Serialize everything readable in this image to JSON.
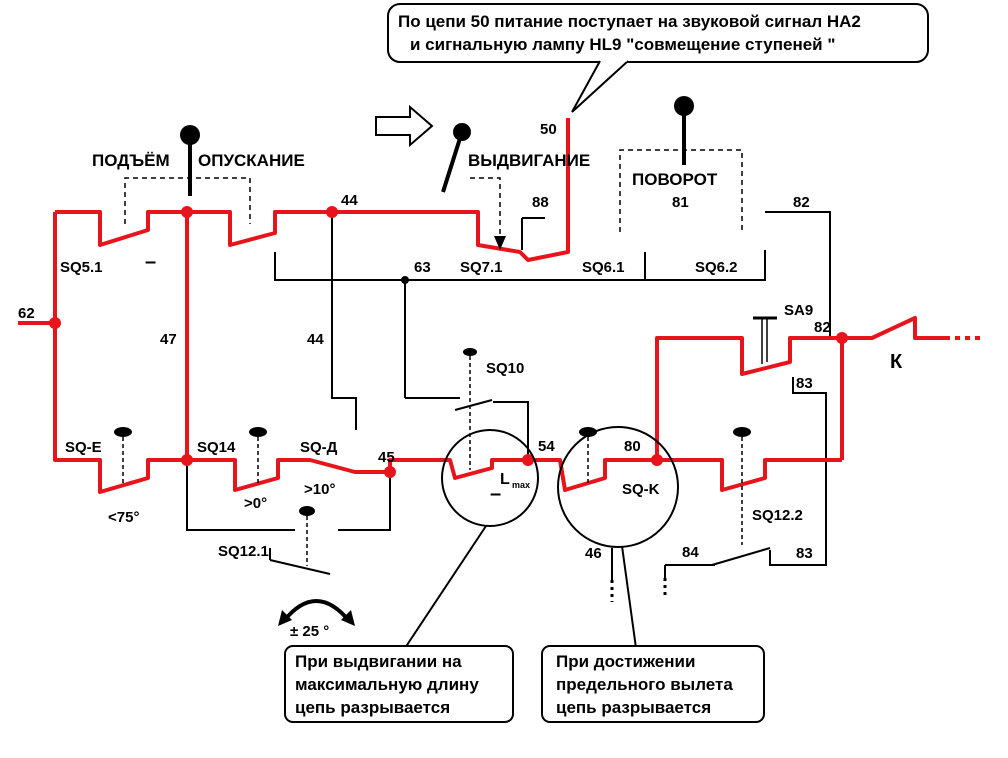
{
  "callouts": {
    "top": [
      "По цепи 50 питание поступает на звуковой сигнал НА2",
      "и сигнальную лампу HL9 \"совмещение ступеней \""
    ],
    "bottom_left": [
      "При выдвигании на",
      "максимальную длину",
      "цепь разрывается"
    ],
    "bottom_right": [
      "При достижении",
      "предельного вылета",
      "цепь разрывается"
    ]
  },
  "modes": {
    "raise": "ПОДЪЁМ",
    "lower": "ОПУСКАНИЕ",
    "extend": "ВЫДВИГАНИЕ",
    "rotate": "ПОВОРОТ"
  },
  "switches": {
    "sq5_1": "SQ5.1",
    "sq7_1": "SQ7.1",
    "sq6_1": "SQ6.1",
    "sq6_2": "SQ6.2",
    "sa9": "SA9",
    "sq10": "SQ10",
    "sq_e": "SQ-E",
    "sq14": "SQ14",
    "sq_d": "SQ-Д",
    "sq_k": "SQ-K",
    "sq12_1": "SQ12.1",
    "sq12_2": "SQ12.2",
    "relay_k": "К",
    "l_max_main": "L",
    "l_max_sub": "max"
  },
  "wires": {
    "w62": "62",
    "w47": "47",
    "w44_top": "44",
    "w44_mid": "44",
    "w63": "63",
    "w50": "50",
    "w88": "88",
    "w81": "81",
    "w82_top": "82",
    "w82_mid": "82",
    "w45": "45",
    "w54": "54",
    "w80": "80",
    "w83_mid": "83",
    "w83_bot": "83",
    "w84": "84",
    "w46": "46"
  },
  "angles": {
    "lt75": "<75°",
    "gt0": ">0°",
    "gt10": ">10°",
    "pm25": "± 25 °"
  },
  "signs": {
    "minus1": "–",
    "minus2": "–"
  },
  "colors": {
    "active_circuit": "#e8141c",
    "inactive_circuit": "#000000"
  }
}
